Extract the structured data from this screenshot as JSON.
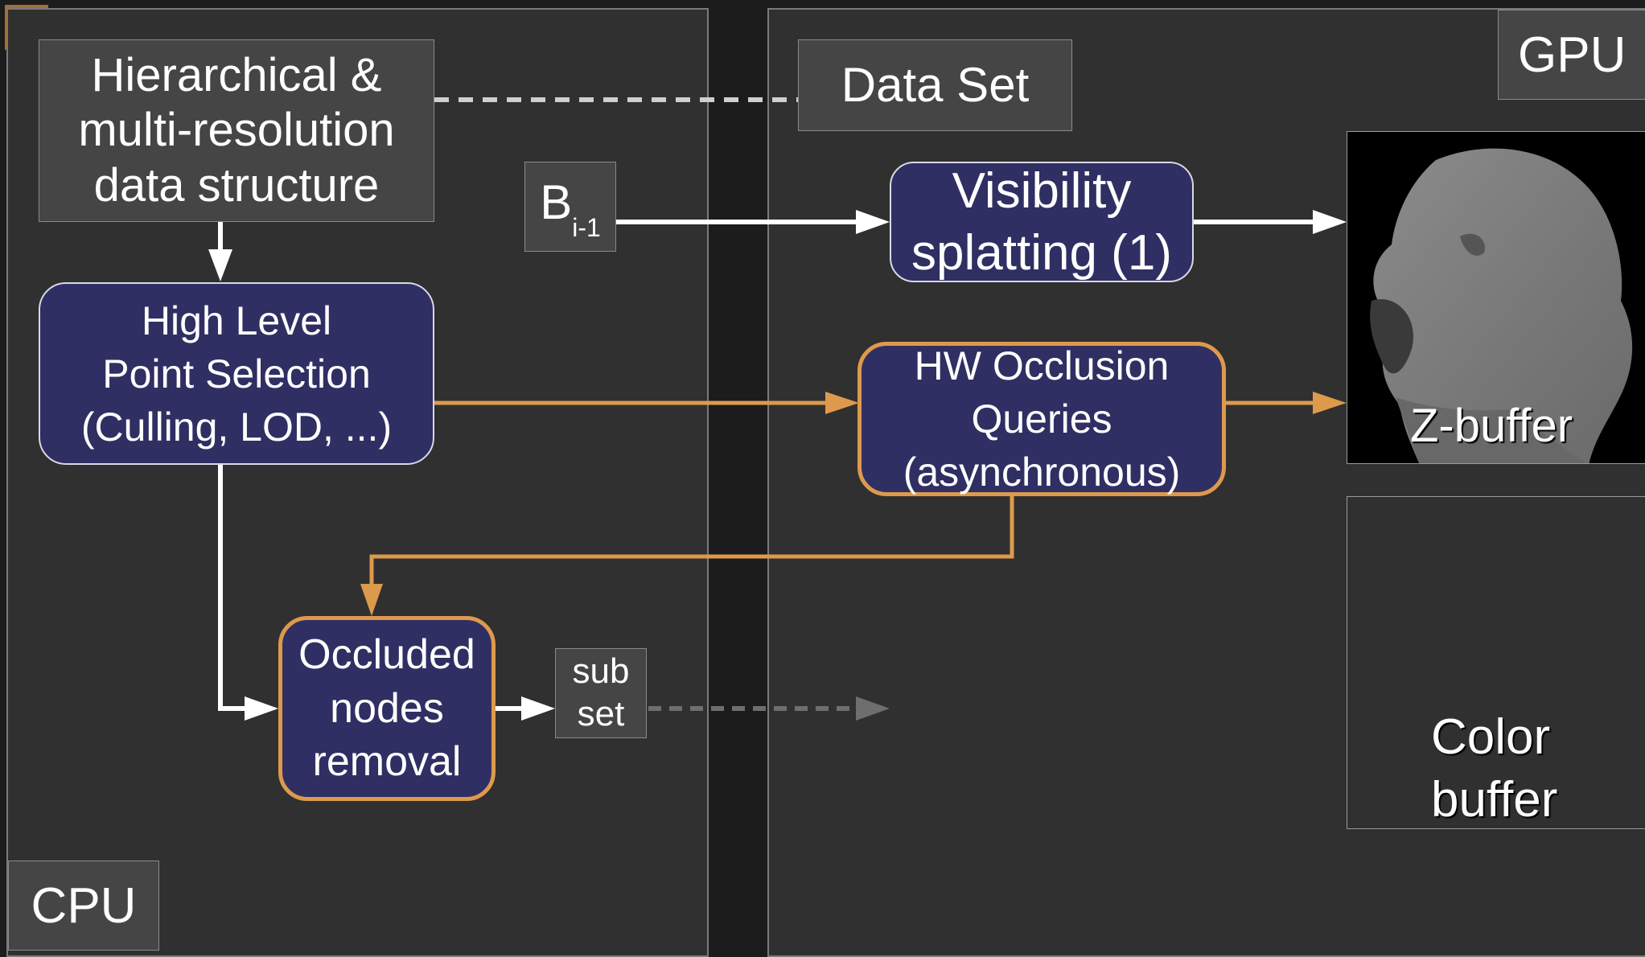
{
  "regions": {
    "cpu_label": "CPU",
    "gpu_label": "GPU"
  },
  "nodes": {
    "data_structure": "Hierarchical &\nmulti-resolution\ndata structure",
    "data_set": "Data Set",
    "b_prev_main": "B",
    "b_prev_sub": "i-1",
    "high_level": "High Level\nPoint Selection\n(Culling, LOD, ...)",
    "visibility": "Visibility\nsplatting  (1)",
    "hw_occlusion": "HW Occlusion\nQueries\n(asynchronous)",
    "occluded": "Occluded\nnodes\nremoval",
    "subset": "sub\nset",
    "zbuffer": "Z-buffer",
    "color_buffer": "Color\nbuffer"
  },
  "colors": {
    "background": "#303030",
    "node_fill": "#2f2f63",
    "orange_flow": "#dd9a4c",
    "white_flow": "#ffffff",
    "gray_box": "#454545"
  }
}
